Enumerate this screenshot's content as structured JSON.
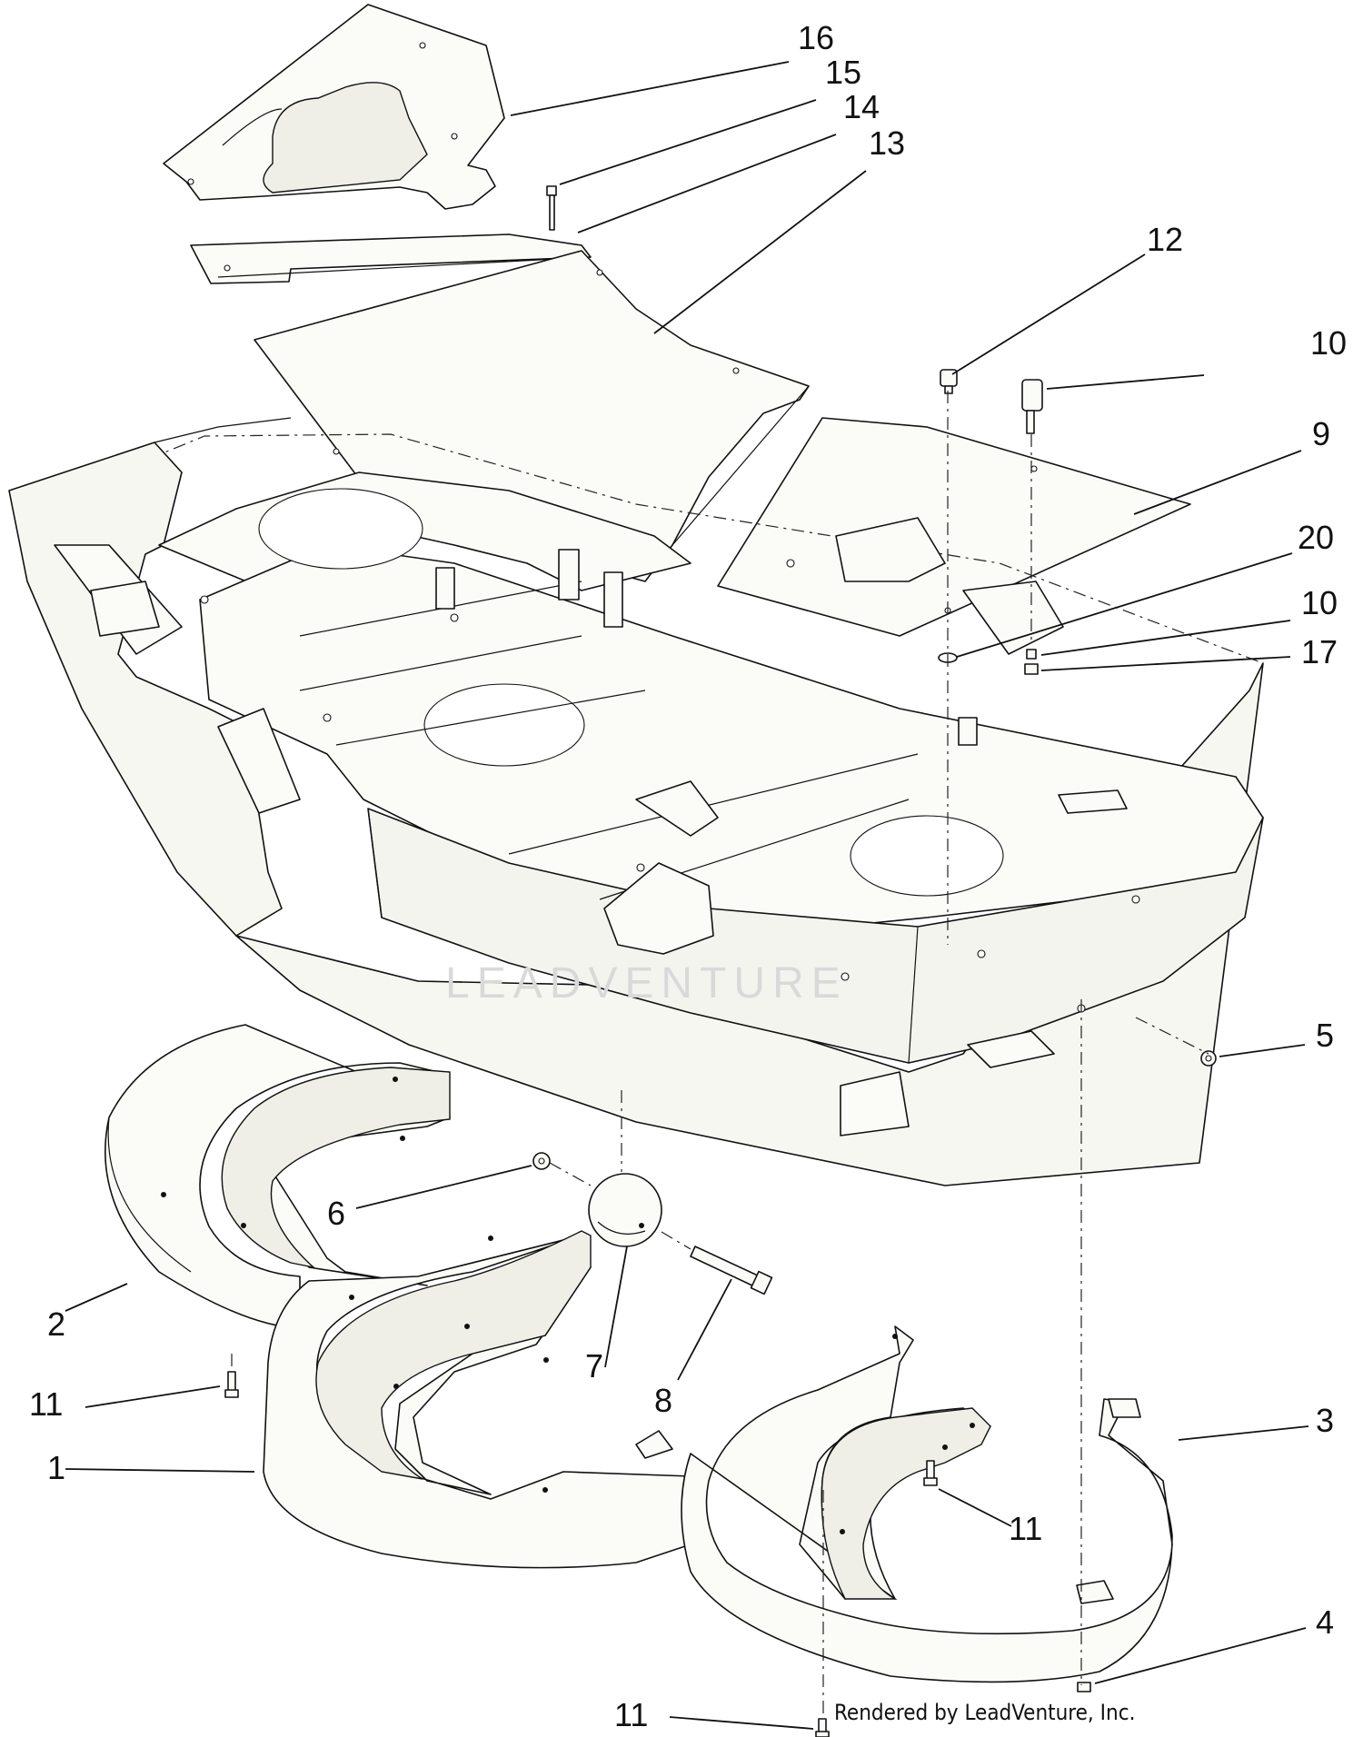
{
  "callouts": [
    {
      "id": "c16",
      "text": "16"
    },
    {
      "id": "c15",
      "text": "15"
    },
    {
      "id": "c14",
      "text": "14"
    },
    {
      "id": "c13",
      "text": "13"
    },
    {
      "id": "c12",
      "text": "12"
    },
    {
      "id": "c10a",
      "text": "10"
    },
    {
      "id": "c9",
      "text": "9"
    },
    {
      "id": "c20",
      "text": "20"
    },
    {
      "id": "c10b",
      "text": "10"
    },
    {
      "id": "c17",
      "text": "17"
    },
    {
      "id": "c5",
      "text": "5"
    },
    {
      "id": "c6",
      "text": "6"
    },
    {
      "id": "c2",
      "text": "2"
    },
    {
      "id": "c7",
      "text": "7"
    },
    {
      "id": "c8",
      "text": "8"
    },
    {
      "id": "c11a",
      "text": "11"
    },
    {
      "id": "c1",
      "text": "1"
    },
    {
      "id": "c3",
      "text": "3"
    },
    {
      "id": "c11b",
      "text": "11"
    },
    {
      "id": "c4",
      "text": "4"
    },
    {
      "id": "c11c",
      "text": "11"
    }
  ],
  "watermark": "LEADVENTURE",
  "credit": "Rendered by LeadVenture, Inc."
}
